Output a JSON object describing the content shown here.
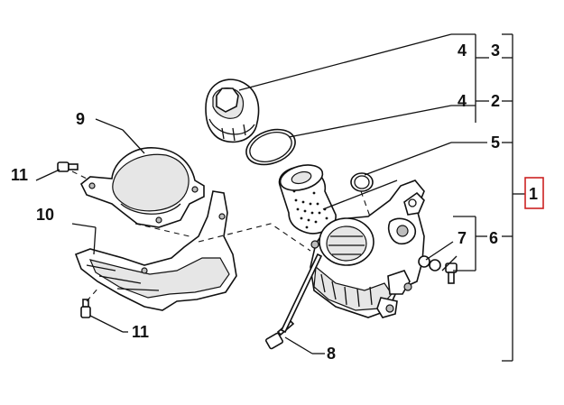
{
  "diagram": {
    "callouts": {
      "n1": "1",
      "n2": "2",
      "n3": "3",
      "n4a": "4",
      "n4b": "4",
      "n5": "5",
      "n6": "6",
      "n7": "7",
      "n8": "8",
      "n9": "9",
      "n10": "10",
      "n11a": "11",
      "n11b": "11"
    },
    "highlight_color": "#cc2222"
  }
}
